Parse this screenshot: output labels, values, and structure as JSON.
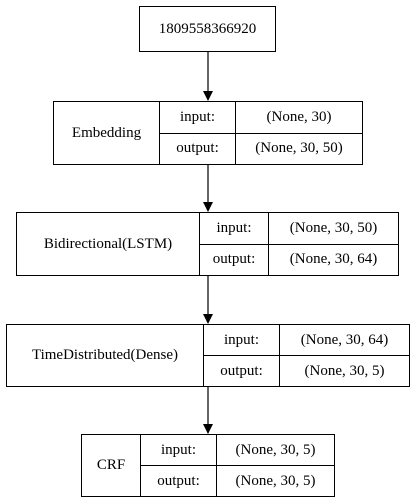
{
  "model_id": "1809558366920",
  "layers": [
    {
      "name": "Embedding",
      "input_label": "input:",
      "input_shape": "(None, 30)",
      "output_label": "output:",
      "output_shape": "(None, 30, 50)"
    },
    {
      "name": "Bidirectional(LSTM)",
      "input_label": "input:",
      "input_shape": "(None, 30, 50)",
      "output_label": "output:",
      "output_shape": "(None, 30, 64)"
    },
    {
      "name": "TimeDistributed(Dense)",
      "input_label": "input:",
      "input_shape": "(None, 30, 64)",
      "output_label": "output:",
      "output_shape": "(None, 30, 5)"
    },
    {
      "name": "CRF",
      "input_label": "input:",
      "input_shape": "(None, 30, 5)",
      "output_label": "output:",
      "output_shape": "(None, 30, 5)"
    }
  ]
}
